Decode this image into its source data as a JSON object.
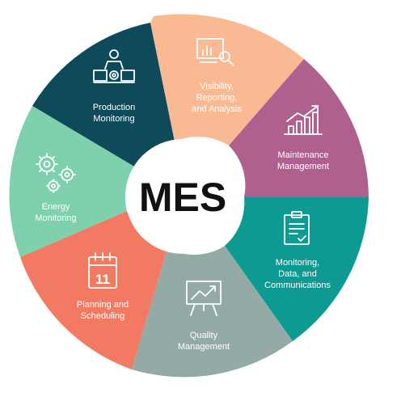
{
  "center": {
    "title": "MES"
  },
  "segments": [
    {
      "id": "production",
      "lines": [
        "Production",
        "Monitoring"
      ],
      "color": "#0e4a5a",
      "icon": "production-monitor-icon"
    },
    {
      "id": "visibility",
      "lines": [
        "Visibility,",
        "Reporting,",
        "and Analysis"
      ],
      "color": "#f9b993",
      "icon": "report-analysis-icon"
    },
    {
      "id": "maintenance",
      "lines": [
        "Maintenance",
        "Management"
      ],
      "color": "#b0608f",
      "icon": "growth-chart-icon"
    },
    {
      "id": "monitoring",
      "lines": [
        "Monitoring,",
        "Data, and",
        "Communications"
      ],
      "color": "#0d9a92",
      "icon": "clipboard-icon"
    },
    {
      "id": "quality",
      "lines": [
        "Quality",
        "Management"
      ],
      "color": "#94aaa6",
      "icon": "presentation-board-icon"
    },
    {
      "id": "planning",
      "lines": [
        "Planning and",
        "Scheduling"
      ],
      "color": "#f37a62",
      "icon": "calendar-icon"
    },
    {
      "id": "energy",
      "lines": [
        "Energy",
        "Monitoring"
      ],
      "color": "#7fd0ad",
      "icon": "gears-icon"
    }
  ],
  "calendar_day": "11"
}
